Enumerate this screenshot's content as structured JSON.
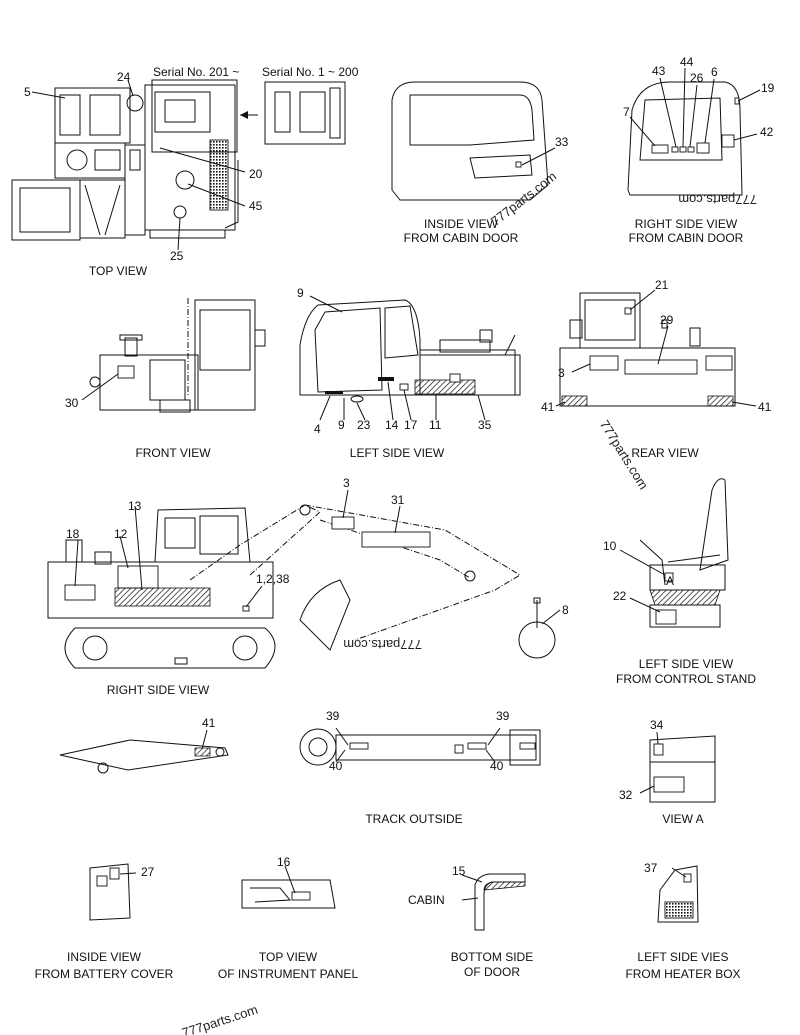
{
  "serial_labels": [
    "Serial No. 201 ~",
    "Serial No. 1 ~ 200"
  ],
  "watermarks": [
    "777parts.com",
    "777parts.com",
    "777parts.com",
    "777parts.com",
    "777parts.com"
  ],
  "captions": [
    {
      "lines": [
        "TOP VIEW"
      ]
    },
    {
      "lines": [
        "INSIDE VIEW",
        "FROM CABIN DOOR"
      ]
    },
    {
      "lines": [
        "RIGHT SIDE VIEW",
        "FROM CABIN DOOR"
      ]
    },
    {
      "lines": [
        "FRONT VIEW"
      ]
    },
    {
      "lines": [
        "LEFT SIDE VIEW"
      ]
    },
    {
      "lines": [
        "REAR VIEW"
      ]
    },
    {
      "lines": [
        "RIGHT SIDE VIEW"
      ]
    },
    {
      "lines": [
        "LEFT SIDE VIEW",
        "FROM CONTROL STAND"
      ]
    },
    {
      "lines": [
        "TRACK OUTSIDE"
      ]
    },
    {
      "lines": [
        "VIEW  A"
      ]
    },
    {
      "lines": [
        "INSIDE VIEW",
        "FROM BATTERY COVER"
      ]
    },
    {
      "lines": [
        "TOP VIEW",
        "OF INSTRUMENT PANEL"
      ]
    },
    {
      "lines": [
        "BOTTOM SIDE",
        "OF DOOR"
      ]
    },
    {
      "lines": [
        "LEFT SIDE VIES",
        "FROM HEATER BOX"
      ]
    }
  ],
  "callouts": [
    "5",
    "24",
    "20",
    "45",
    "25",
    "33",
    "43",
    "44",
    "26",
    "6",
    "19",
    "7",
    "42",
    "9",
    "21",
    "29",
    "30",
    "4",
    "9",
    "23",
    "14",
    "17",
    "11",
    "35",
    "3",
    "41",
    "41",
    "3",
    "31",
    "13",
    "18",
    "12",
    "1,2,38",
    "10",
    "A",
    "22",
    "8",
    "41",
    "39",
    "39",
    "40",
    "40",
    "34",
    "32",
    "27",
    "16",
    "15",
    "CABIN",
    "37"
  ]
}
